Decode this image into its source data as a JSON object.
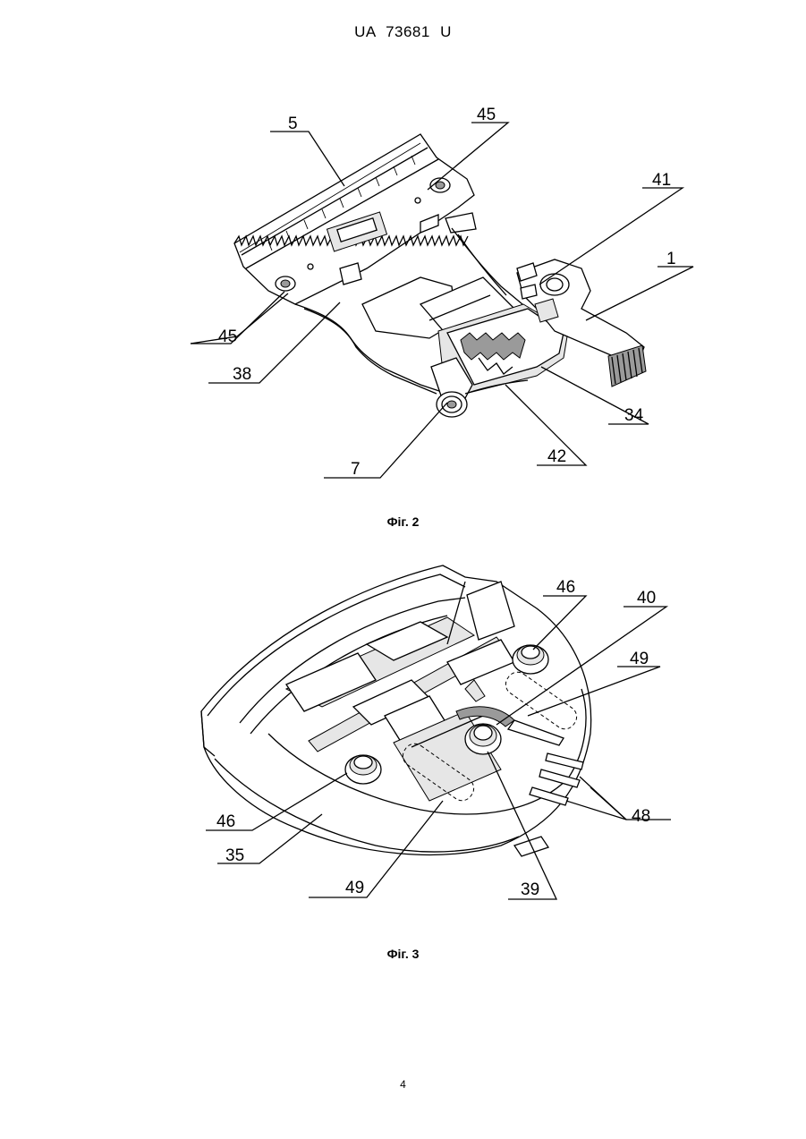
{
  "header": {
    "country": "UA",
    "number": "73681",
    "kind": "U"
  },
  "figure2": {
    "caption": "Фіг. 2",
    "labels": {
      "l5": "5",
      "l45_top": "45",
      "l41": "41",
      "l1": "1",
      "l45_left": "45",
      "l38": "38",
      "l34": "34",
      "l7": "7",
      "l42": "42"
    }
  },
  "figure3": {
    "caption": "Фіг. 3",
    "labels": {
      "l46_top": "46",
      "l40": "40",
      "l49_right": "49",
      "l48": "48",
      "l46_left": "46",
      "l35": "35",
      "l49_bottom": "49",
      "l39": "39"
    }
  },
  "page_number": "4"
}
